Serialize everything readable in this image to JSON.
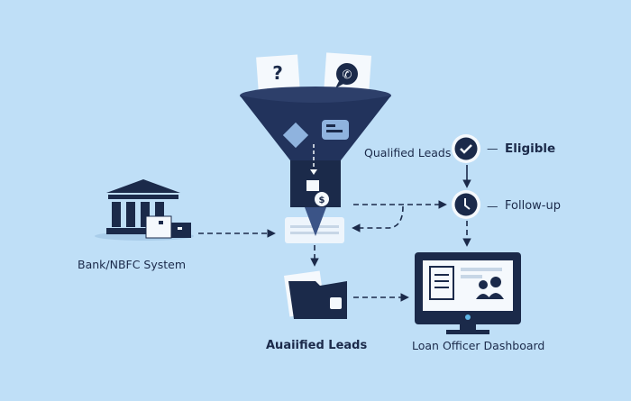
{
  "diagram": {
    "nodes": {
      "bank": {
        "label": "Bank/NBFC System",
        "icon": "bank-icon"
      },
      "funnel": {
        "icon": "funnel-icon",
        "inputs": [
          {
            "glyph": "?",
            "icon": "question-document-icon"
          },
          {
            "glyph": "✆",
            "icon": "whatsapp-document-icon"
          }
        ]
      },
      "eligible": {
        "label": "Eligible",
        "side_label": "Qualified Leads",
        "icon": "checkmark-icon"
      },
      "follow_up": {
        "label": "Follow-up",
        "icon": "clock-icon"
      },
      "folder": {
        "label": "Auaiified Leads",
        "icon": "folder-icon"
      },
      "dashboard": {
        "label": "Loan Officer Dashboard",
        "icon": "monitor-dashboard-icon"
      },
      "money": {
        "glyph": "$",
        "icon": "money-icon"
      },
      "dash": "—"
    },
    "colors": {
      "background": "#bfdff7",
      "navy": "#1b2a4a",
      "funnel": "#22335c",
      "white": "#f5f9fd"
    }
  }
}
